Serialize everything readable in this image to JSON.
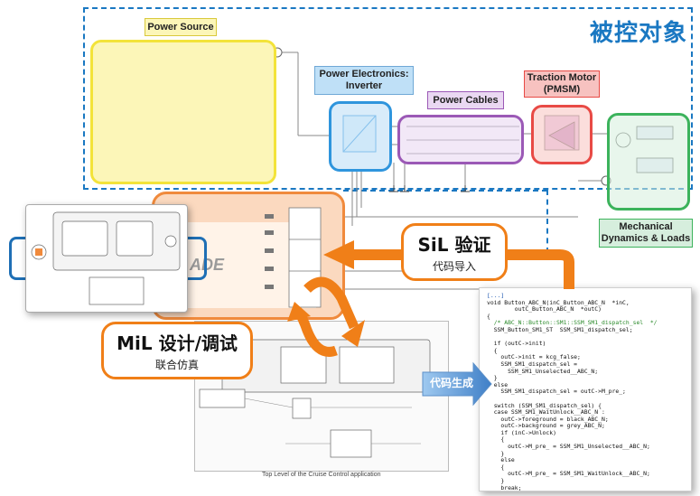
{
  "plant": {
    "title": "被控对象",
    "power_source": "Power Source",
    "inverter": "Power Electronics:\nInverter",
    "cables": "Power Cables",
    "motor": "Traction Motor\n(PMSM)",
    "mech": "Mechanical\nDynamics & Loads"
  },
  "controller": {
    "watermark": "ADE"
  },
  "sil": {
    "title": "SiL 验证",
    "subtitle": "代码导入"
  },
  "mil": {
    "title": "MiL 设计/调试",
    "subtitle": "联合仿真"
  },
  "codegen": {
    "label": "代码生成"
  },
  "model_caption": "Top Level of the Cruise Control application",
  "code_lines": [
    "[...]",
    "void Button_ABC_N(inC_Button_ABC_N  *inC,",
    "        outC_Button_ABC_N  *outC)",
    "{",
    "  /* ABC_N::Button::SM1::SSM_SM1_dispatch_sel  */",
    "  SSM_Button_SM1_ST  SSM_SM1_dispatch_sel;",
    "",
    "  if (outC->init)",
    "  {",
    "    outC->init = kcg_false;",
    "    SSM_SM1_dispatch_sel =",
    "      SSM_SM1_Unselected__ABC_N;",
    "  }",
    "  else",
    "    SSM_SM1_dispatch_sel = outC->M_pre_;",
    "",
    "  switch (SSM_SM1_dispatch_sel) {",
    "  case SSM_SM1_WaitUnlock__ABC_N :",
    "    outC->foreground = black_ABC_N;",
    "    outC->background = grey_ABC_N;",
    "    if (inC->Unlock)",
    "    {",
    "      outC->M_pre_ = SSM_SM1_Unselected__ABC_N;",
    "    }",
    "    else",
    "    {",
    "      outC->M_pre_ = SSM_SM1_WaitUnlock__ABC_N;",
    "    }",
    "    break;",
    "[...]"
  ],
  "colors": {
    "plant_frame": "#1a78c2",
    "arrow_orange": "#f07f18",
    "power_source": "#f3e33a",
    "inverter": "#2f95dd",
    "cables": "#9b59b6",
    "motor": "#e84a45",
    "mech": "#3cb35c"
  }
}
